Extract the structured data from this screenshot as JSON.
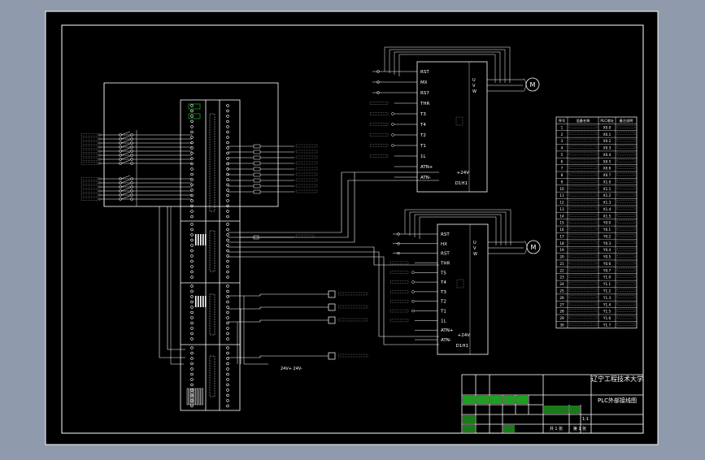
{
  "viewport": {
    "bg": "#8f9aac",
    "sheet_bg": "#000000",
    "line": "#ffffff",
    "accent_green": "#22cc22",
    "accent_yellow": "#e0d84a"
  },
  "drive_top": {
    "left_pins": [
      "RST",
      "MX",
      "RS7",
      "THR",
      "T3",
      "T4",
      "T2",
      "T1",
      "1L",
      "ATN+",
      "ATN-"
    ],
    "right_pins": [
      "U",
      "V",
      "W"
    ],
    "power": "+24V",
    "model": "D1H1"
  },
  "drive_bottom": {
    "left_pins": [
      "RST",
      "HX",
      "RST",
      "THR",
      "T5",
      "T4",
      "T3",
      "T2",
      "T1",
      "1L",
      "ATN+",
      "ATN-"
    ],
    "right_pins": [
      "U",
      "V",
      "W"
    ],
    "power": "+24V",
    "model": "D1H1"
  },
  "motor_symbol": "M",
  "io_table": {
    "headers": [
      "序号",
      "设备名称",
      "PLC地址",
      "备注说明"
    ],
    "rows": [
      [
        "1",
        "",
        "X0.0",
        ""
      ],
      [
        "2",
        "",
        "X0.1",
        ""
      ],
      [
        "3",
        "",
        "X0.2",
        ""
      ],
      [
        "4",
        "",
        "X0.3",
        ""
      ],
      [
        "5",
        "",
        "X0.4",
        ""
      ],
      [
        "6",
        "",
        "X0.5",
        ""
      ],
      [
        "7",
        "",
        "X0.6",
        ""
      ],
      [
        "8",
        "",
        "X0.7",
        ""
      ],
      [
        "9",
        "",
        "X1.0",
        ""
      ],
      [
        "10",
        "",
        "X1.1",
        ""
      ],
      [
        "11",
        "",
        "X1.2",
        ""
      ],
      [
        "12",
        "",
        "X1.3",
        ""
      ],
      [
        "13",
        "",
        "X1.4",
        ""
      ],
      [
        "14",
        "",
        "X1.5",
        ""
      ],
      [
        "15",
        "",
        "Y0.0",
        ""
      ],
      [
        "16",
        "",
        "Y0.1",
        ""
      ],
      [
        "17",
        "",
        "Y0.2",
        ""
      ],
      [
        "18",
        "",
        "Y0.3",
        ""
      ],
      [
        "19",
        "",
        "Y0.4",
        ""
      ],
      [
        "20",
        "",
        "Y0.5",
        ""
      ],
      [
        "21",
        "",
        "Y0.6",
        ""
      ],
      [
        "22",
        "",
        "Y0.7",
        ""
      ],
      [
        "23",
        "",
        "Y1.0",
        ""
      ],
      [
        "24",
        "",
        "Y1.1",
        ""
      ],
      [
        "25",
        "",
        "Y1.2",
        ""
      ],
      [
        "26",
        "",
        "Y1.3",
        ""
      ],
      [
        "27",
        "",
        "Y1.4",
        ""
      ],
      [
        "28",
        "",
        "Y1.5",
        ""
      ],
      [
        "29",
        "",
        "Y1.6",
        ""
      ],
      [
        "30",
        "",
        "Y1.7",
        ""
      ]
    ]
  },
  "title_block": {
    "school": "辽宁工程技术大学",
    "drawing_title": "PLC外部接线图",
    "scale": "1:1",
    "sheet": "第 1 张",
    "sheets_total": "共 1 张"
  },
  "bus_label": "24V+    24V-"
}
